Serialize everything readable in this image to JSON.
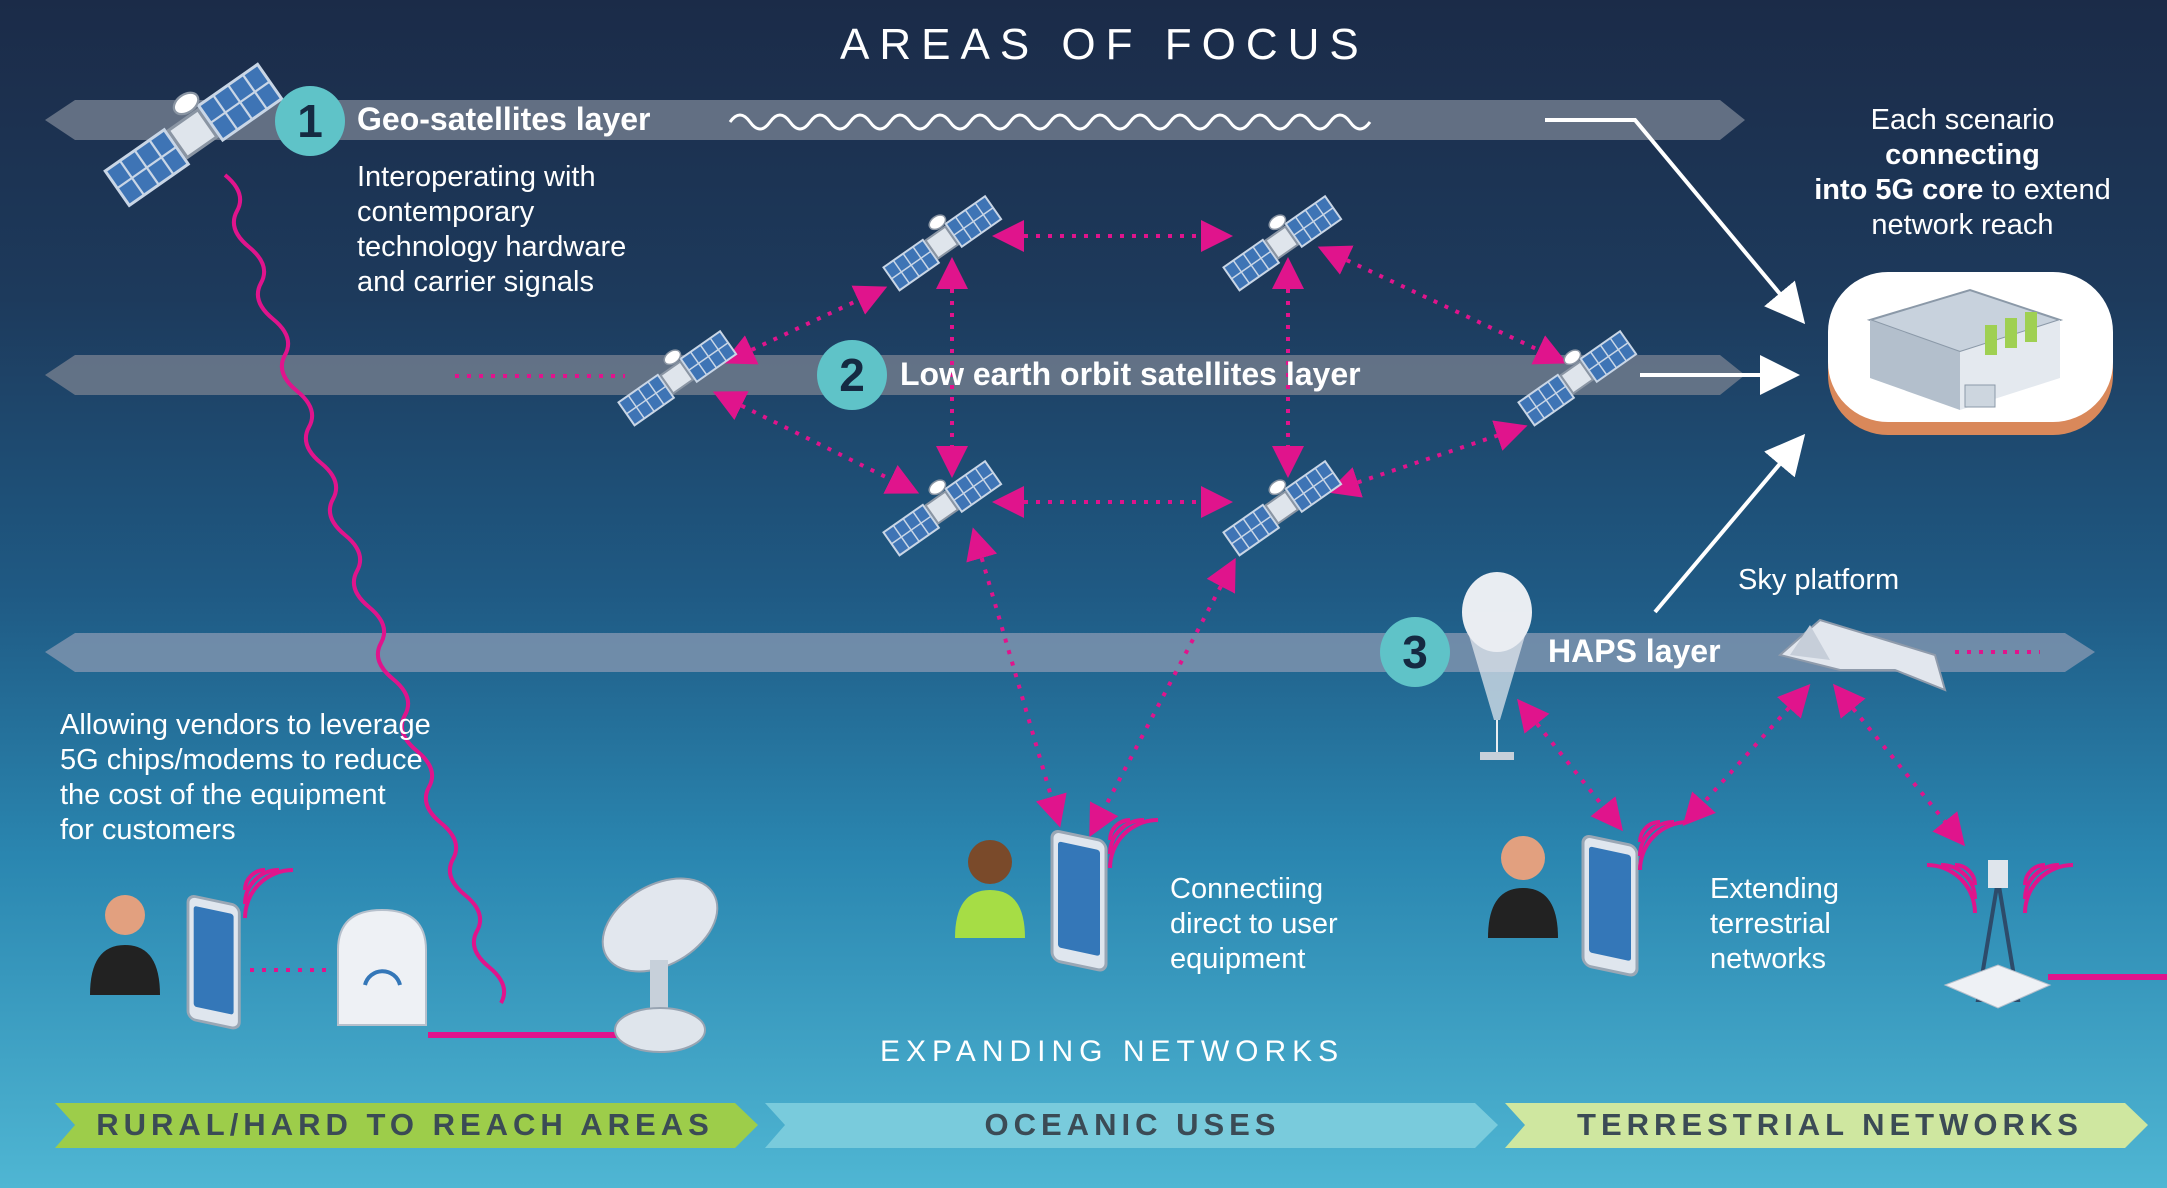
{
  "title": "AREAS OF FOCUS",
  "layers": [
    {
      "number": "1",
      "label": "Geo-satellites layer",
      "note": [
        "Interoperating with",
        "contemporary",
        "technology hardware",
        "and carrier signals"
      ]
    },
    {
      "number": "2",
      "label": "Low earth orbit satellites layer"
    },
    {
      "number": "3",
      "label": "HAPS layer",
      "platform_label": "Sky platform"
    }
  ],
  "core_note": {
    "line1": "Each scenario",
    "line2": "connecting",
    "line3_bold": "into 5G core",
    "line3_rest": " to extend",
    "line4": "network reach"
  },
  "vendors_note": [
    "Allowing vendors to leverage",
    "5G chips/modems to reduce",
    "the cost of the equipment",
    "for customers"
  ],
  "ocean_note": [
    "Connectiing",
    "direct to user",
    "equipment"
  ],
  "terrestrial_note": [
    "Extending",
    "terrestrial",
    "networks"
  ],
  "expanding_title": "EXPANDING NETWORKS",
  "banners": [
    {
      "label": "RURAL/HARD TO REACH AREAS",
      "color": "#9dcd4a"
    },
    {
      "label": "OCEANIC USES",
      "color": "#79cbdc"
    },
    {
      "label": "TERRESTRIAL NETWORKS",
      "color": "#cfe7a0"
    }
  ],
  "colors": {
    "accent_magenta": "#e0148c",
    "badge_teal": "#5fc3c8",
    "band_grey": "#6f7a8c"
  }
}
